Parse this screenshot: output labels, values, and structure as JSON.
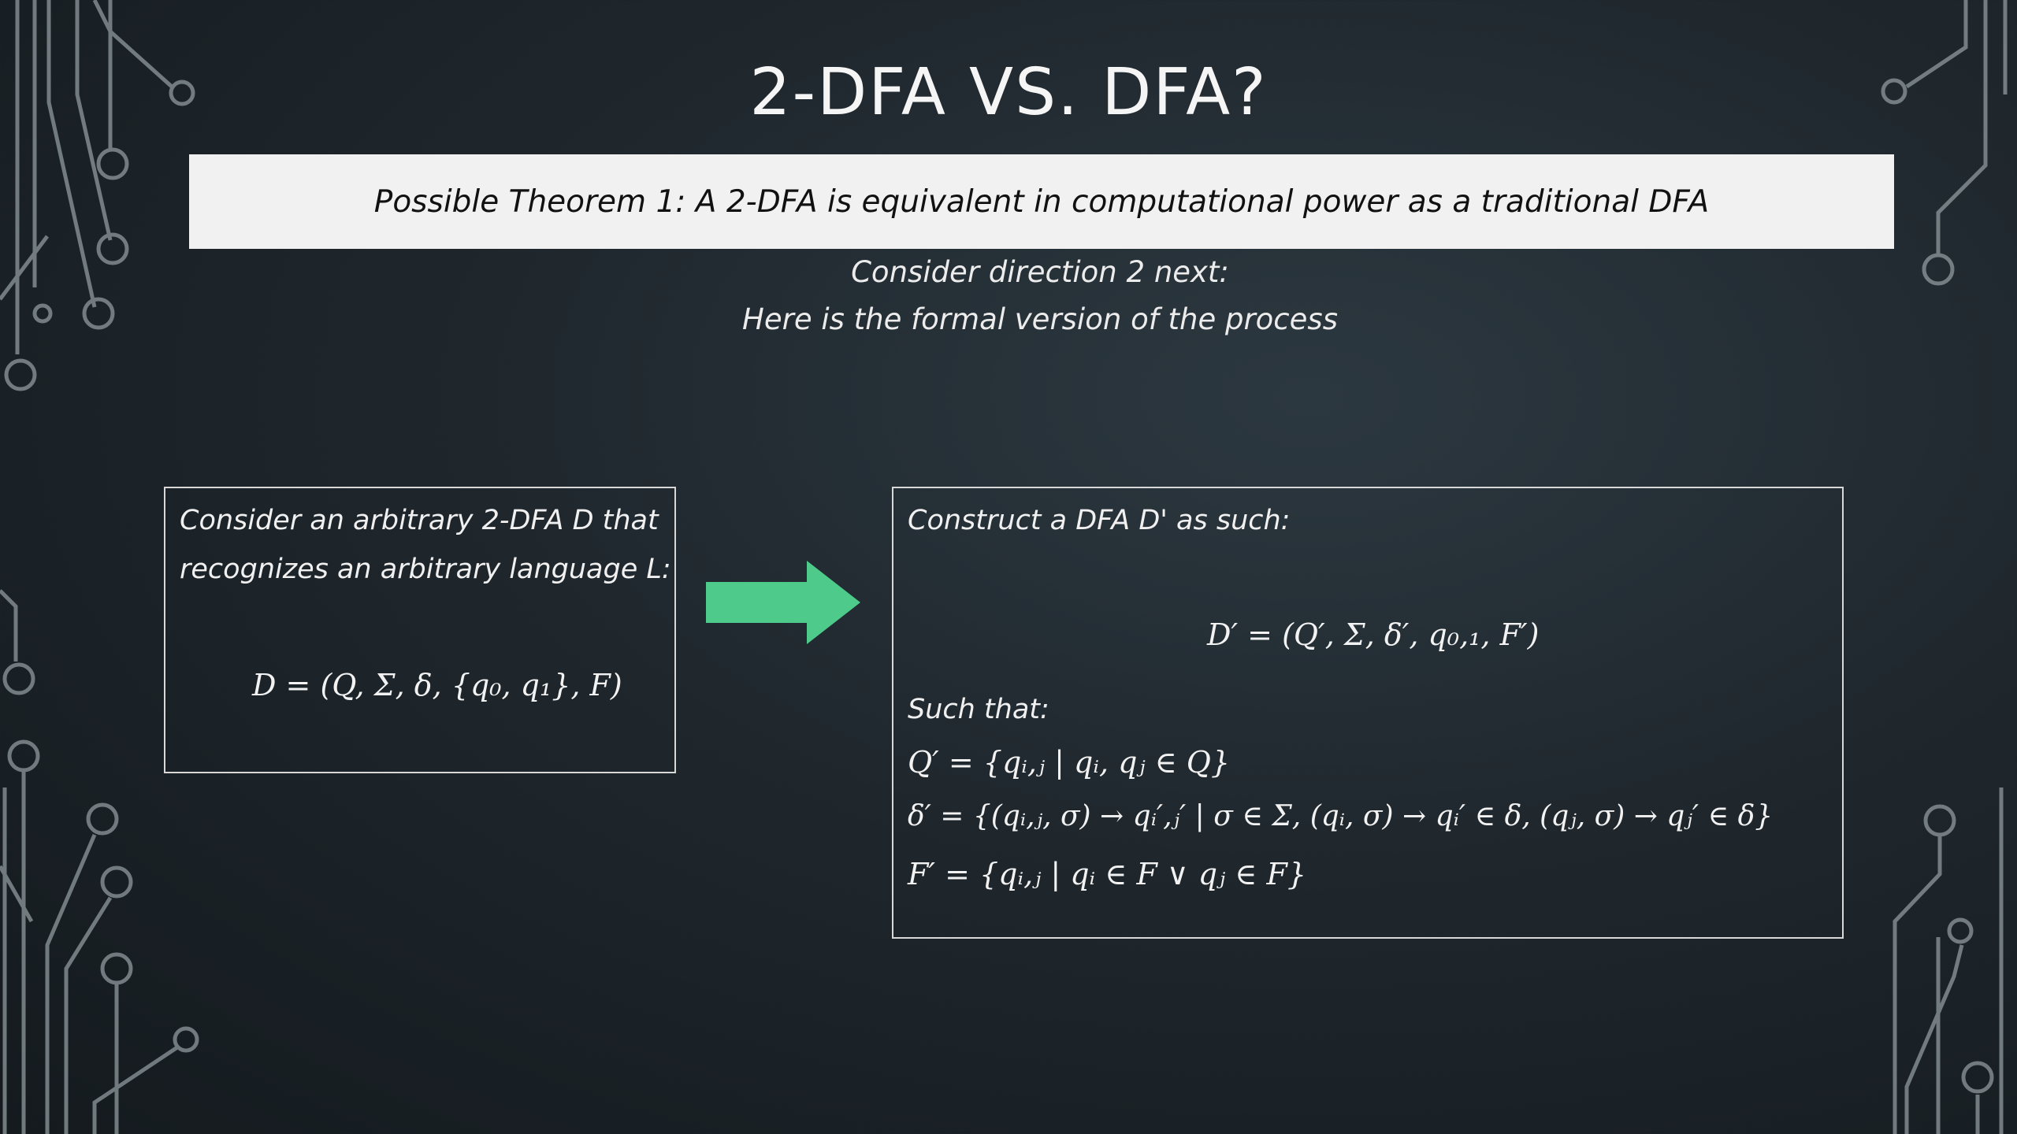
{
  "slide": {
    "title": "2-DFA VS. DFA?",
    "theorem": "Possible Theorem 1: A 2-DFA is equivalent in computational power as a traditional DFA",
    "subtitle_line1": "Consider direction 2 next:",
    "subtitle_line2": "Here is the formal version of the process"
  },
  "left_panel": {
    "line1": "Consider an arbitrary 2-DFA D that",
    "line2": "recognizes an arbitrary language L:",
    "formula": "D = (Q, Σ, δ, {q₀, q₁}, F)"
  },
  "right_panel": {
    "heading": "Construct a DFA D' as such:",
    "formula": "D′ = (Q′, Σ, δ′, q₀,₁, F′)",
    "such_that": "Such that:",
    "q_def": "Q′ = {qᵢ,ⱼ | qᵢ, qⱼ ∈ Q}",
    "delta_def": "δ′ = {(qᵢ,ⱼ, σ) → qᵢ′,ⱼ′ | σ ∈ Σ, (qᵢ, σ) → qᵢ′ ∈ δ, (qⱼ, σ) → qⱼ′ ∈ δ}",
    "f_def": "F′ = {qᵢ,ⱼ | qᵢ ∈ F ∨ qⱼ ∈ F}"
  },
  "colors": {
    "background": "#1f272d",
    "arrow": "#4ecb8a",
    "theorem_bar": "#f1f1f1",
    "circuit_lines": "#9aa3a8"
  },
  "icons": {
    "arrow": "right-arrow-icon",
    "decoration": "circuit-trace-decoration"
  }
}
